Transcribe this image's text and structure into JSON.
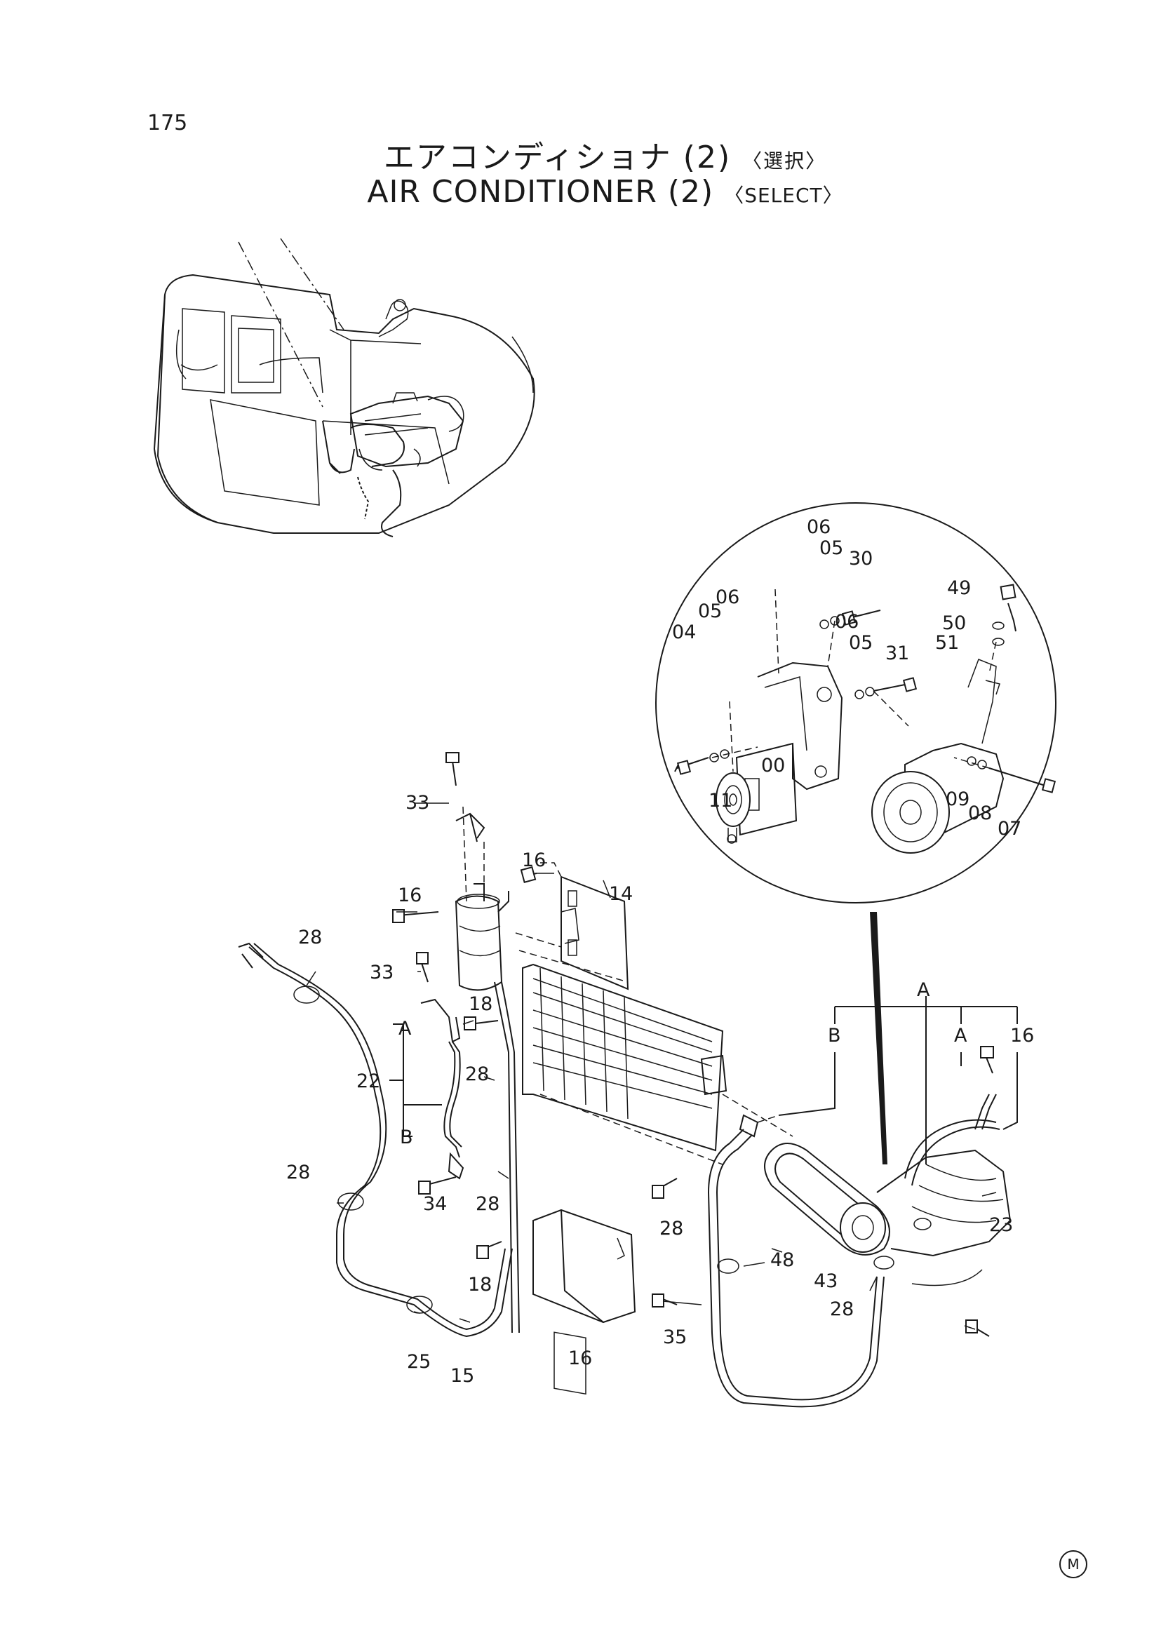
{
  "page_number": "175",
  "title": {
    "ja": "エアコンディショナ (2)",
    "ja_tag": "〈選択〉",
    "en": "AIR CONDITIONER (2)",
    "en_tag": "〈SELECT〉"
  },
  "corner_mark": "M",
  "callouts": {
    "detail": [
      "06",
      "05",
      "30",
      "49",
      "06",
      "05",
      "04",
      "50",
      "51",
      "06",
      "05",
      "31",
      "00",
      "11",
      "09",
      "08",
      "07"
    ],
    "main": [
      "33",
      "16",
      "14",
      "16",
      "28",
      "33",
      "18",
      "A",
      "22",
      "28",
      "B",
      "34",
      "28",
      "18",
      "28",
      "25",
      "15",
      "16",
      "35",
      "28",
      "48",
      "43",
      "28",
      "23",
      "A",
      "B",
      "A",
      "16"
    ]
  }
}
